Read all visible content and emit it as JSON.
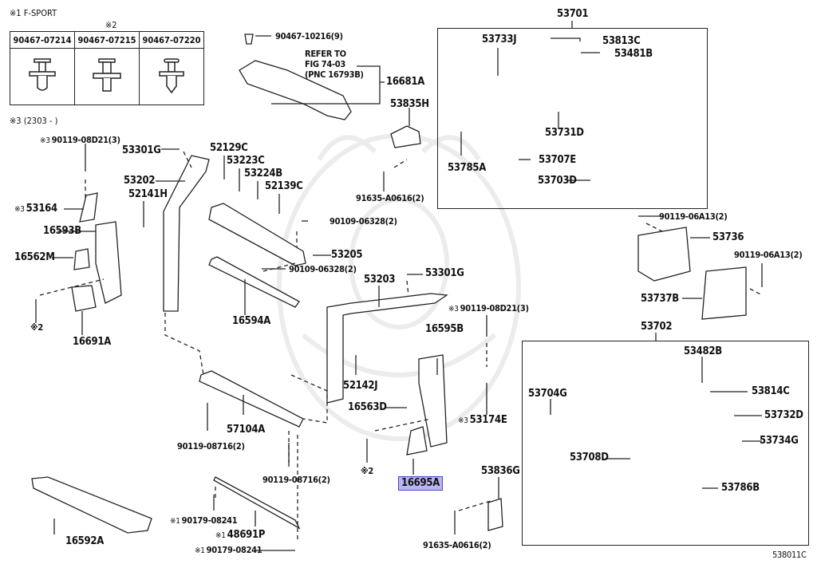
{
  "diagram": {
    "figure_id": "538011C",
    "notes": {
      "note1": {
        "mark": "※1",
        "text": "F-SPORT"
      },
      "note2_mark": "※2",
      "note3": {
        "mark": "※3",
        "text": "(2303 -     )"
      }
    },
    "clip_table": {
      "columns": [
        {
          "part": "90467-07214",
          "icon": "push-clip-icon"
        },
        {
          "part": "90467-07215",
          "icon": "push-clip-icon"
        },
        {
          "part": "90467-07220",
          "icon": "push-clip-icon"
        }
      ]
    },
    "refer": {
      "line1": "REFER TO",
      "line2": "FIG 74-03",
      "line3": "(PNC 16793B)"
    },
    "groups": {
      "g53701": {
        "label": "53701"
      },
      "g53702": {
        "label": "53702"
      }
    },
    "labels": {
      "p90467_10216": "90467-10216(9)",
      "p16681A": "16681A",
      "p53835H": "53835H",
      "p91635_A0616_a": "91635-A0616(2)",
      "p53733J": "53733J",
      "p53813C": "53813C",
      "p53481B": "53481B",
      "p53731D": "53731D",
      "p53785A": "53785A",
      "p53707E": "53707E",
      "p53703D": "53703D",
      "p90119_08D21_a": "90119-08D21(3)",
      "p53301G_a": "53301G",
      "p53202": "53202",
      "p52141H": "52141H",
      "p53164": "53164",
      "p16593B": "16593B",
      "p16562M": "16562M",
      "p16691A": "16691A",
      "p52129C": "52129C",
      "p53223C": "53223C",
      "p53224B": "53224B",
      "p52139C": "52139C",
      "p90109_06328_a": "90109-06328(2)",
      "p53205": "53205",
      "p90109_06328_b": "90109-06328(2)",
      "p16594A": "16594A",
      "p53203": "53203",
      "p53301G_b": "53301G",
      "p90119_08D21_b": "90119-08D21(3)",
      "p16595B": "16595B",
      "p52142J": "52142J",
      "p16563D": "16563D",
      "p53174E": "53174E",
      "p16695A": "16695A",
      "p90119_06A13_a": "90119-06A13(2)",
      "p53736": "53736",
      "p90119_06A13_b": "90119-06A13(2)",
      "p53737B": "53737B",
      "p53482B": "53482B",
      "p53814C": "53814C",
      "p53704G": "53704G",
      "p53732D": "53732D",
      "p53734G": "53734G",
      "p53708D": "53708D",
      "p53786B": "53786B",
      "p53836G": "53836G",
      "p91635_A0616_b": "91635-A0616(2)",
      "p57104A": "57104A",
      "p90119_08716_a": "90119-08716(2)",
      "p90119_08716_b": "90119-08716(2)",
      "p16592A": "16592A",
      "p90179_08241_a": "90179-08241",
      "p48691P": "48691P",
      "p90179_08241_b": "90179-08241"
    },
    "highlighted_part": "16695A",
    "colors": {
      "highlight_fill": "#b9b5f0",
      "highlight_border": "#4848c8",
      "ink": "#111111",
      "watermark": "#e8e8e8"
    }
  }
}
